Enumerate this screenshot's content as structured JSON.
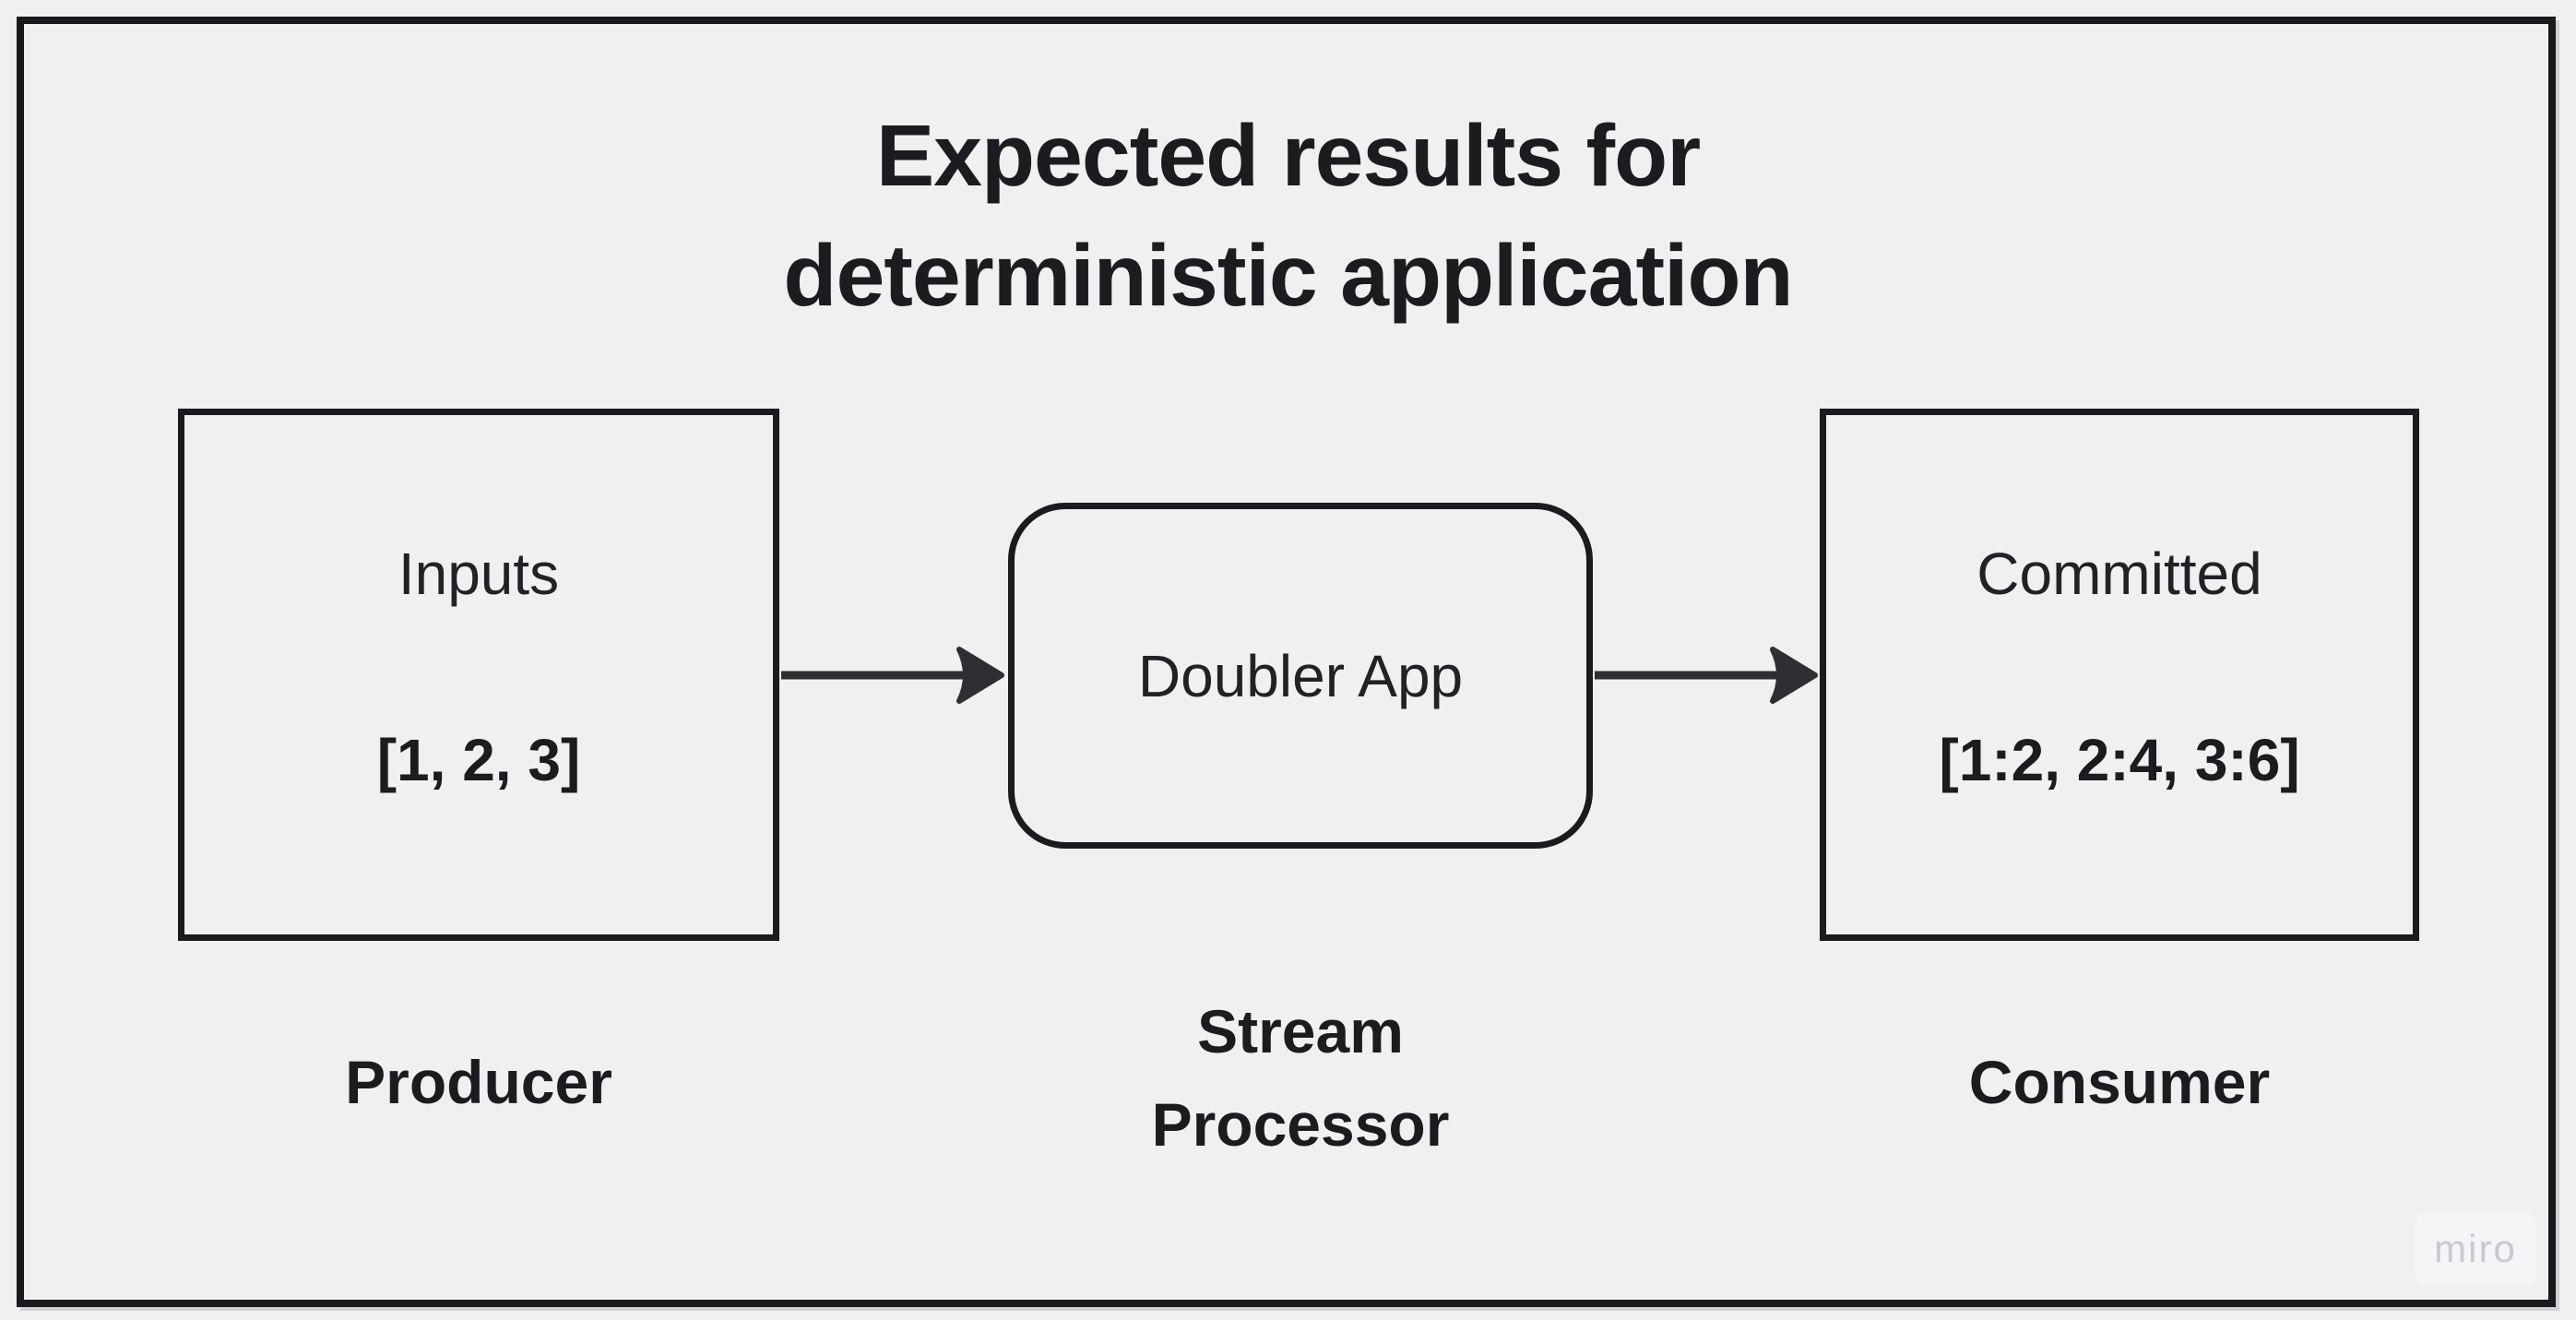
{
  "title": "Expected results for\ndeterministic application",
  "nodes": {
    "producer": {
      "label": "Inputs",
      "value": "[1, 2, 3]"
    },
    "processor": {
      "label": "Doubler App"
    },
    "consumer": {
      "label": "Committed",
      "value": "[1:2, 2:4, 3:6]"
    }
  },
  "captions": {
    "producer": "Producer",
    "processor": "Stream\nProcessor",
    "consumer": "Consumer"
  },
  "icons": {
    "flow_arrow": "arrow-right"
  },
  "watermark": {
    "text": "miro"
  },
  "colors": {
    "background": "#f0f0f1",
    "ink": "#1b1b1f",
    "frame_border": "#1a1a1e",
    "arrow": "#2e2e33",
    "watermark_text": "#c8c8d4",
    "watermark_chip": "#f5f5f7"
  }
}
